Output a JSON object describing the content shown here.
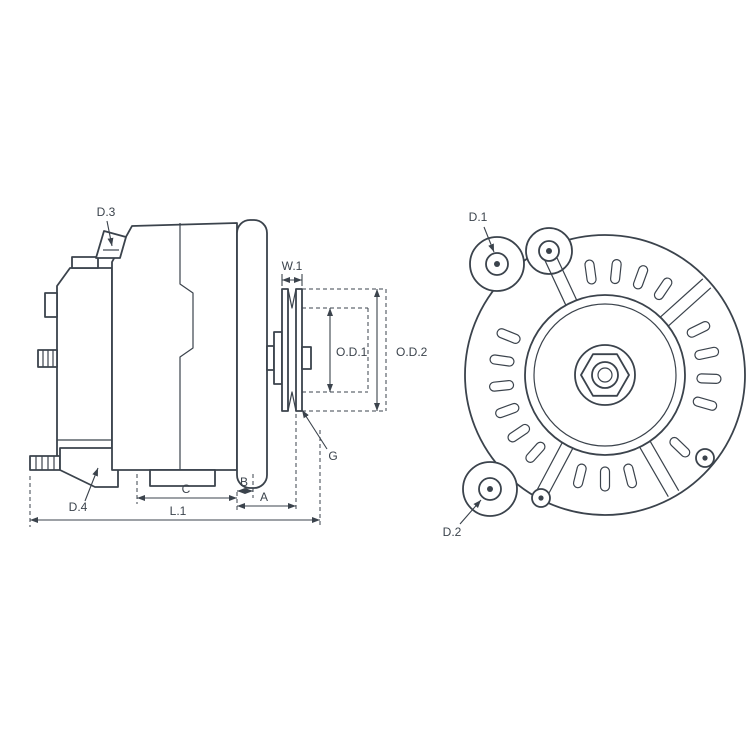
{
  "diagram": {
    "background_color": "#ffffff",
    "line_color": "#3b434c",
    "side_view": {
      "labels": {
        "d3": "D.3",
        "d4": "D.4",
        "w1": "W.1",
        "od1": "O.D.1",
        "od2": "O.D.2",
        "g": "G",
        "c": "C",
        "b": "B",
        "a": "A",
        "l1": "L.1"
      }
    },
    "front_view": {
      "labels": {
        "d1": "D.1",
        "d2": "D.2"
      }
    }
  }
}
